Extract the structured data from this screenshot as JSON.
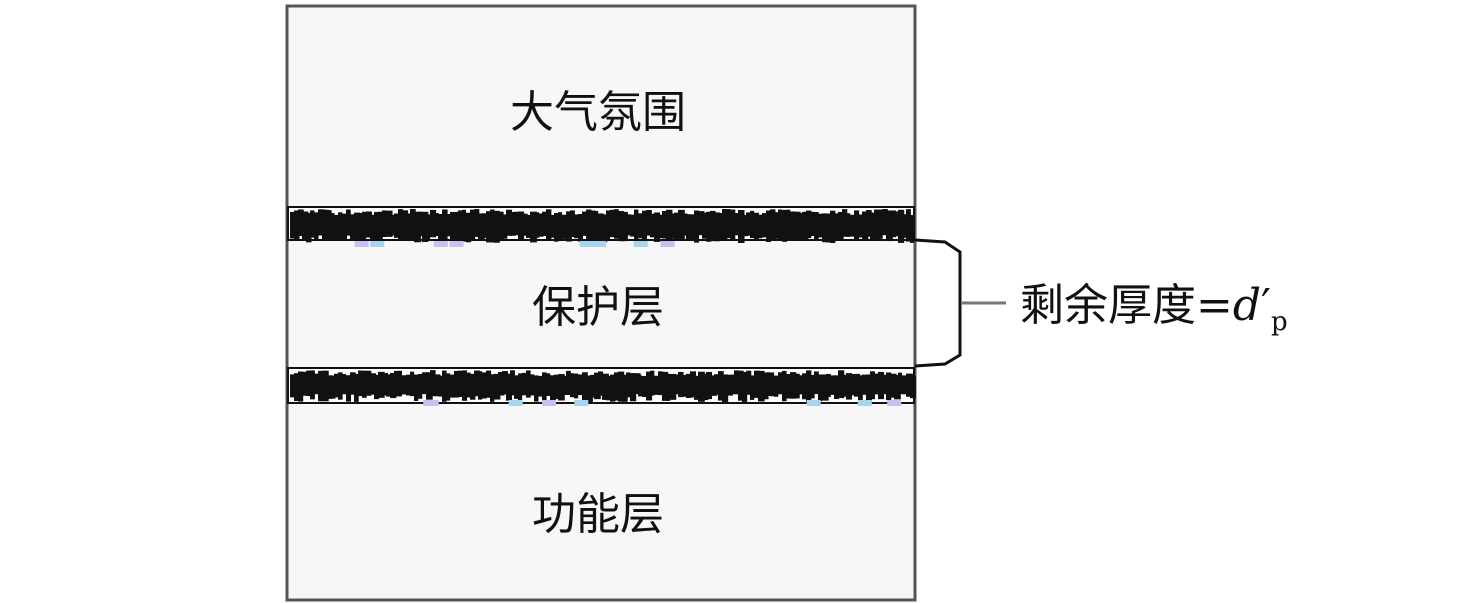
{
  "layers": {
    "atmosphere": "大气氛围",
    "protective": "保护层",
    "functional": "功能层"
  },
  "annotation": {
    "label": "剩余厚度=",
    "symbol": "d",
    "prime": "′",
    "subscript": "p"
  },
  "colors": {
    "frame": "#555555",
    "band": "#111111",
    "fill": "#f7f7f7",
    "accent_blue": "#a8d4f0",
    "accent_purple": "#c8c0f0"
  }
}
